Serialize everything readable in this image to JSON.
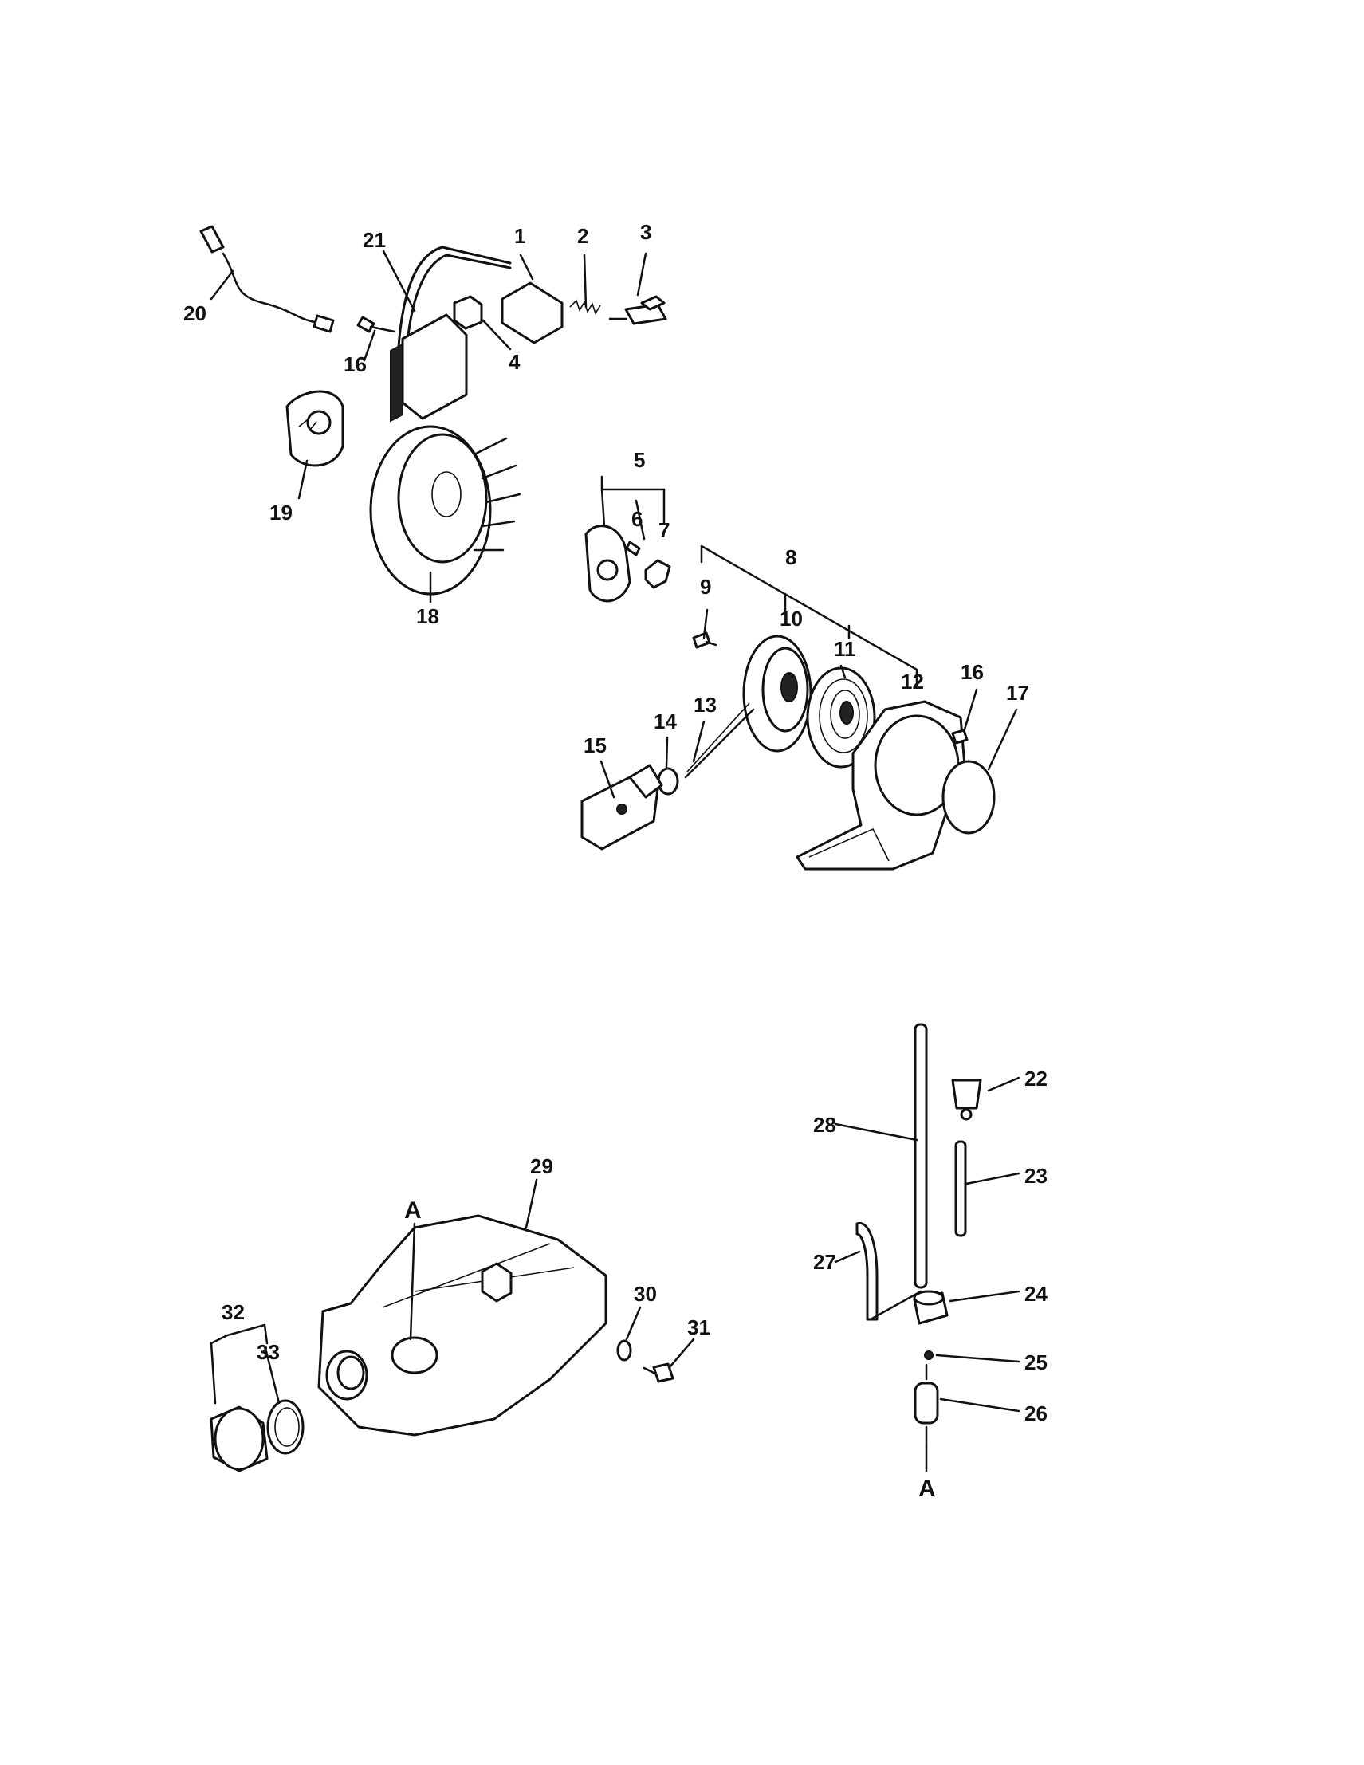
{
  "diagram": {
    "callouts": {
      "n1": "1",
      "n2": "2",
      "n3": "3",
      "n4": "4",
      "n5": "5",
      "n6": "6",
      "n7": "7",
      "n8": "8",
      "n9": "9",
      "n10": "10",
      "n11": "11",
      "n12": "12",
      "n13": "13",
      "n14": "14",
      "n15": "15",
      "n16a": "16",
      "n16b": "16",
      "n17": "17",
      "n18": "18",
      "n19": "19",
      "n20": "20",
      "n21": "21",
      "n22": "22",
      "n23": "23",
      "n24": "24",
      "n25": "25",
      "n26": "26",
      "n27": "27",
      "n28": "28",
      "n29": "29",
      "n30": "30",
      "n31": "31",
      "n32": "32",
      "n33": "33"
    },
    "reference_letters": {
      "a_top": "A",
      "a_bottom": "A"
    }
  }
}
